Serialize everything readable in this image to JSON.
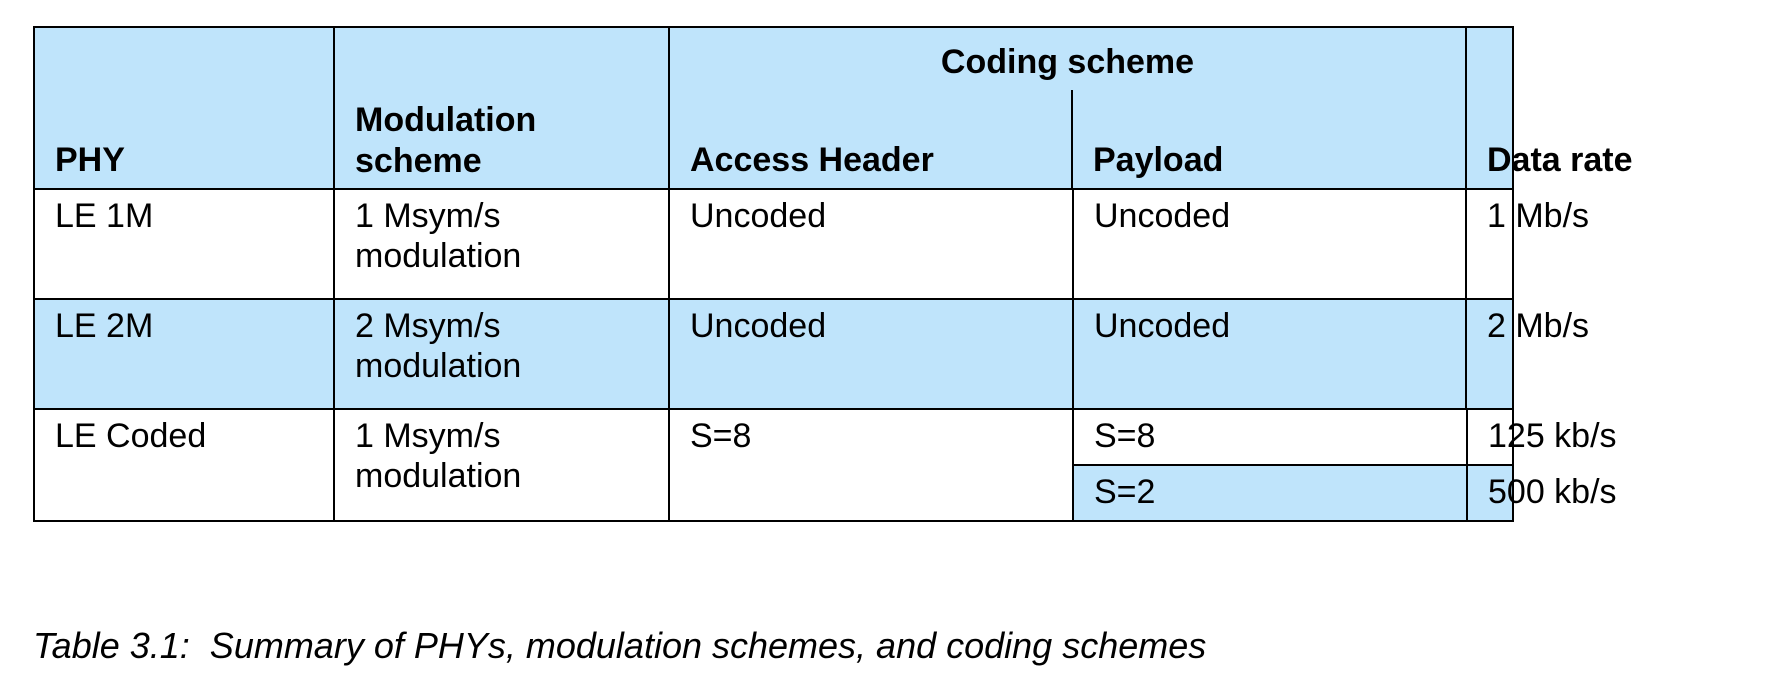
{
  "table": {
    "columns": [
      {
        "key": "phy",
        "label": "PHY"
      },
      {
        "key": "modulation",
        "label_line1": "Modulation",
        "label_line2": "scheme"
      },
      {
        "key": "access_header",
        "label": "Access Header"
      },
      {
        "key": "payload",
        "label": "Payload"
      },
      {
        "key": "data_rate",
        "label": "Data rate"
      }
    ],
    "group_header": "Coding scheme",
    "rows": [
      {
        "phy": "LE 1M",
        "modulation_line1": "1 Msym/s",
        "modulation_line2": "modulation",
        "access_header": "Uncoded",
        "payload": "Uncoded",
        "data_rate": "1 Mb/s",
        "band": "white"
      },
      {
        "phy": "LE 2M",
        "modulation_line1": "2 Msym/s",
        "modulation_line2": "modulation",
        "access_header": "Uncoded",
        "payload": "Uncoded",
        "data_rate": "2 Mb/s",
        "band": "blue"
      },
      {
        "phy": "LE Coded",
        "modulation_line1": "1 Msym/s",
        "modulation_line2": "modulation",
        "access_header": "S=8",
        "band": "white",
        "sub_rows": [
          {
            "payload": "S=8",
            "data_rate": "125 kb/s",
            "band": "white"
          },
          {
            "payload": "S=2",
            "data_rate": "500 kb/s",
            "band": "blue"
          }
        ]
      }
    ]
  },
  "caption": "Table 3.1:  Summary of PHYs, modulation schemes, and coding schemes",
  "colors": {
    "header_fill": "#bfe4fb",
    "band_fill": "#bfe4fb",
    "row_fill": "#ffffff",
    "border": "#000000",
    "text": "#000000"
  }
}
